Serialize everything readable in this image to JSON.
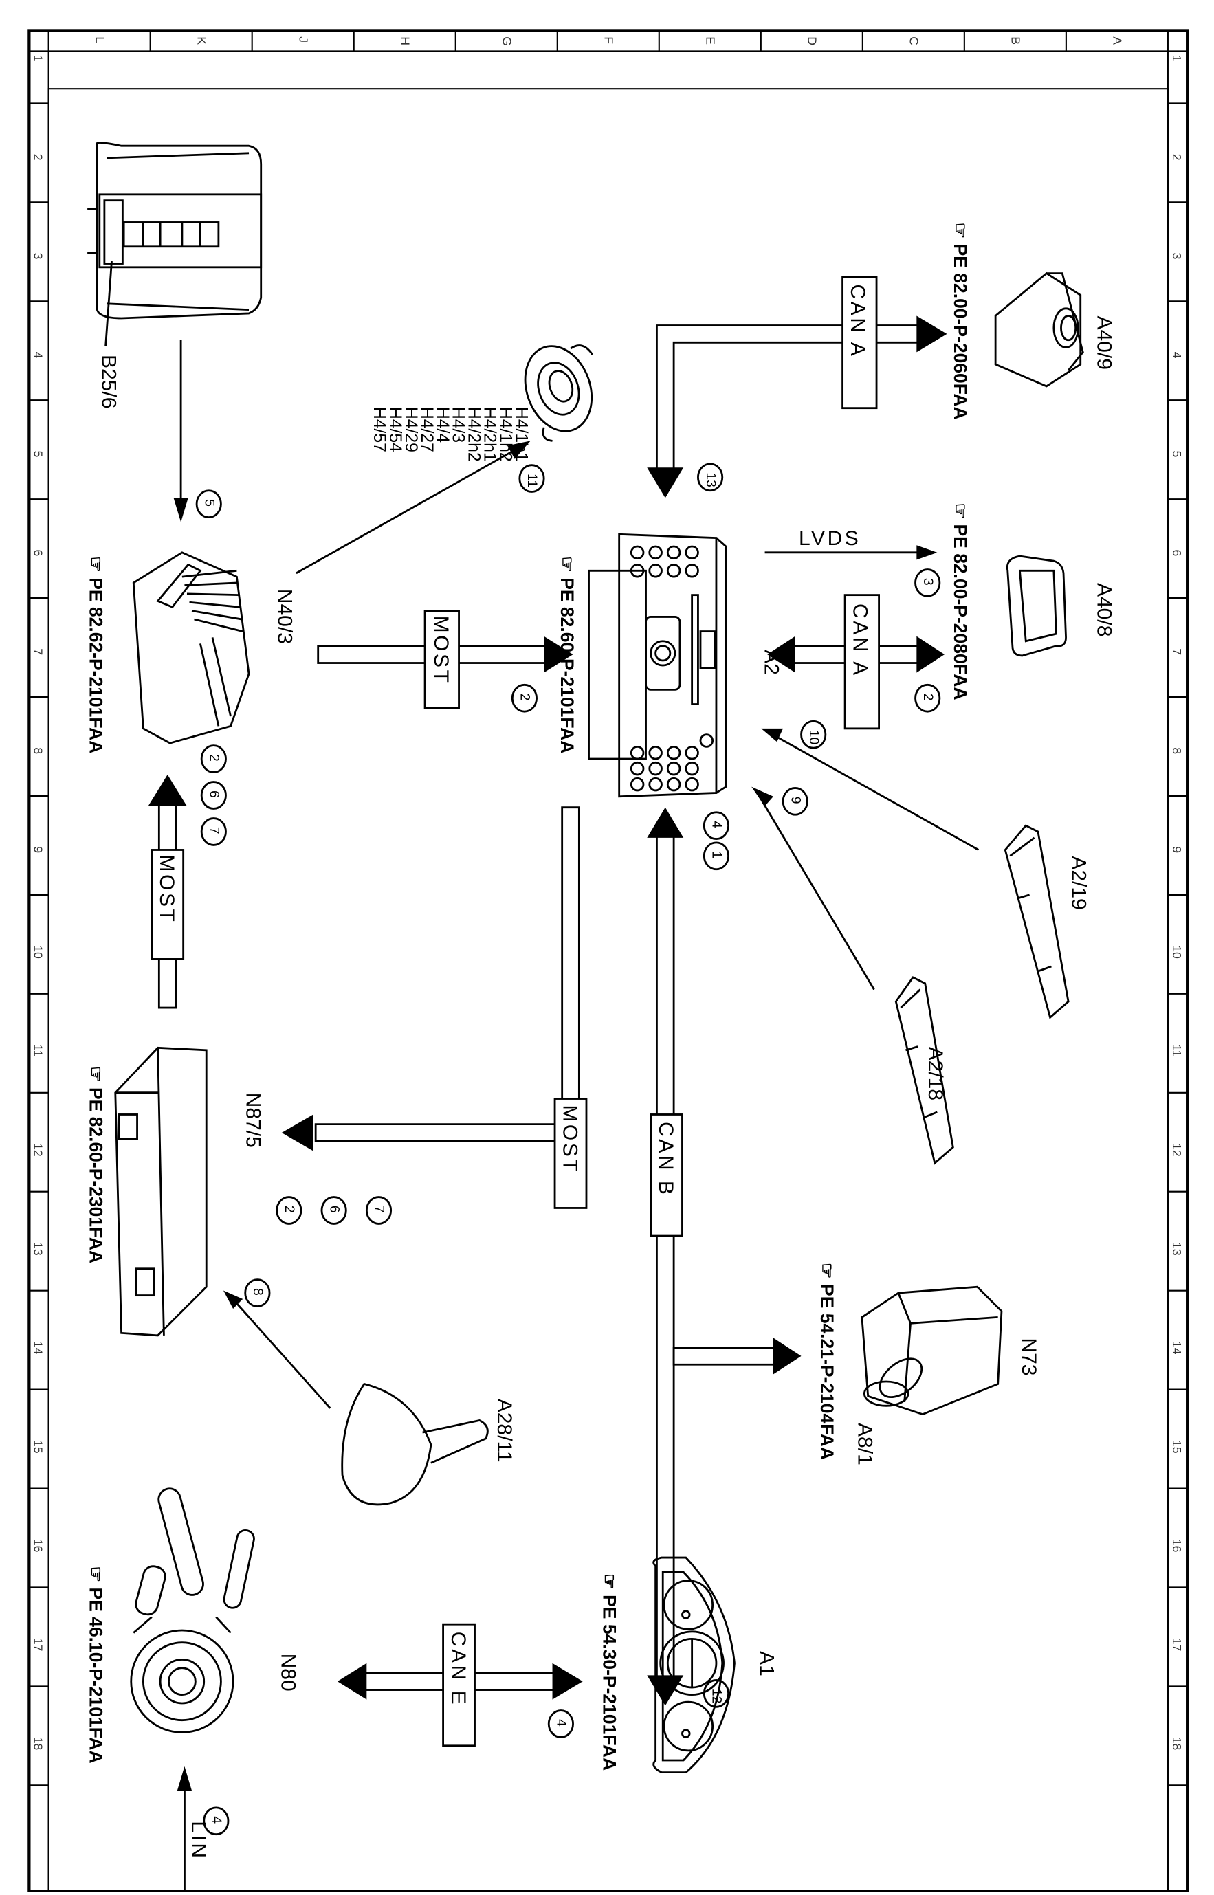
{
  "frame": {
    "columns": [
      "L",
      "K",
      "J",
      "H",
      "G",
      "F",
      "E",
      "D",
      "C",
      "B",
      "A"
    ],
    "rows": [
      "1",
      "2",
      "3",
      "4",
      "5",
      "6",
      "7",
      "8",
      "9",
      "10",
      "11",
      "12",
      "13",
      "14",
      "15",
      "16",
      "17",
      "18"
    ]
  },
  "components": {
    "B25_6": {
      "label": "B25/6"
    },
    "N40_3": {
      "label": "N40/3",
      "ref": "PE 82.62-P-2101FAA"
    },
    "A2": {
      "label": "A2",
      "ref": "PE 82.60-P-2101FAA"
    },
    "A40_9": {
      "label": "A40/9",
      "ref": "PE 82.00-P-2060FAA"
    },
    "A40_8": {
      "label": "A40/8",
      "ref": "PE 82.00-P-2080FAA"
    },
    "A2_19": {
      "label": "A2/19"
    },
    "A2_18": {
      "label": "A2/18"
    },
    "N87_5": {
      "label": "N87/5",
      "ref": "PE 82.60-P-2301FAA"
    },
    "N73": {
      "label": "N73",
      "ref": "PE 54.21-P-2104FAA"
    },
    "A8_1": {
      "label": "A8/1"
    },
    "A28_11": {
      "label": "A28/11"
    },
    "A1": {
      "label": "A1",
      "ref": "PE 54.30-P-2101FAA"
    },
    "N80": {
      "label": "N80",
      "ref": "PE 46.10-P-2101FAA"
    },
    "speakers": {
      "labels": [
        "H4/1h1",
        "H4/1h2",
        "H4/2h1",
        "H4/2h2",
        "H4/3",
        "H4/4",
        "H4/27",
        "H4/29",
        "H4/54",
        "H4/57"
      ]
    }
  },
  "buses": {
    "can_a_top": "CAN A",
    "can_a_mid": "CAN A",
    "lvds": "LVDS",
    "most_n40": "MOST",
    "most_left": "MOST",
    "most_n87": "MOST",
    "can_b": "CAN B",
    "can_e": "CAN E",
    "lin": "LIN"
  },
  "markers": {
    "m13": "13",
    "m3": "3",
    "m2_a40": "2",
    "m10": "10",
    "m9": "9",
    "m4_canb": "4",
    "m1_canb": "1",
    "m2_most": "2",
    "m11": "11",
    "m5": "5",
    "m2_left": "2",
    "m6_left": "6",
    "m7_left": "7",
    "m2_n87": "2",
    "m6_n87": "6",
    "m7_n87": "7",
    "m8": "8",
    "m12": "12",
    "m4_cane": "4",
    "m4_lin": "4"
  }
}
